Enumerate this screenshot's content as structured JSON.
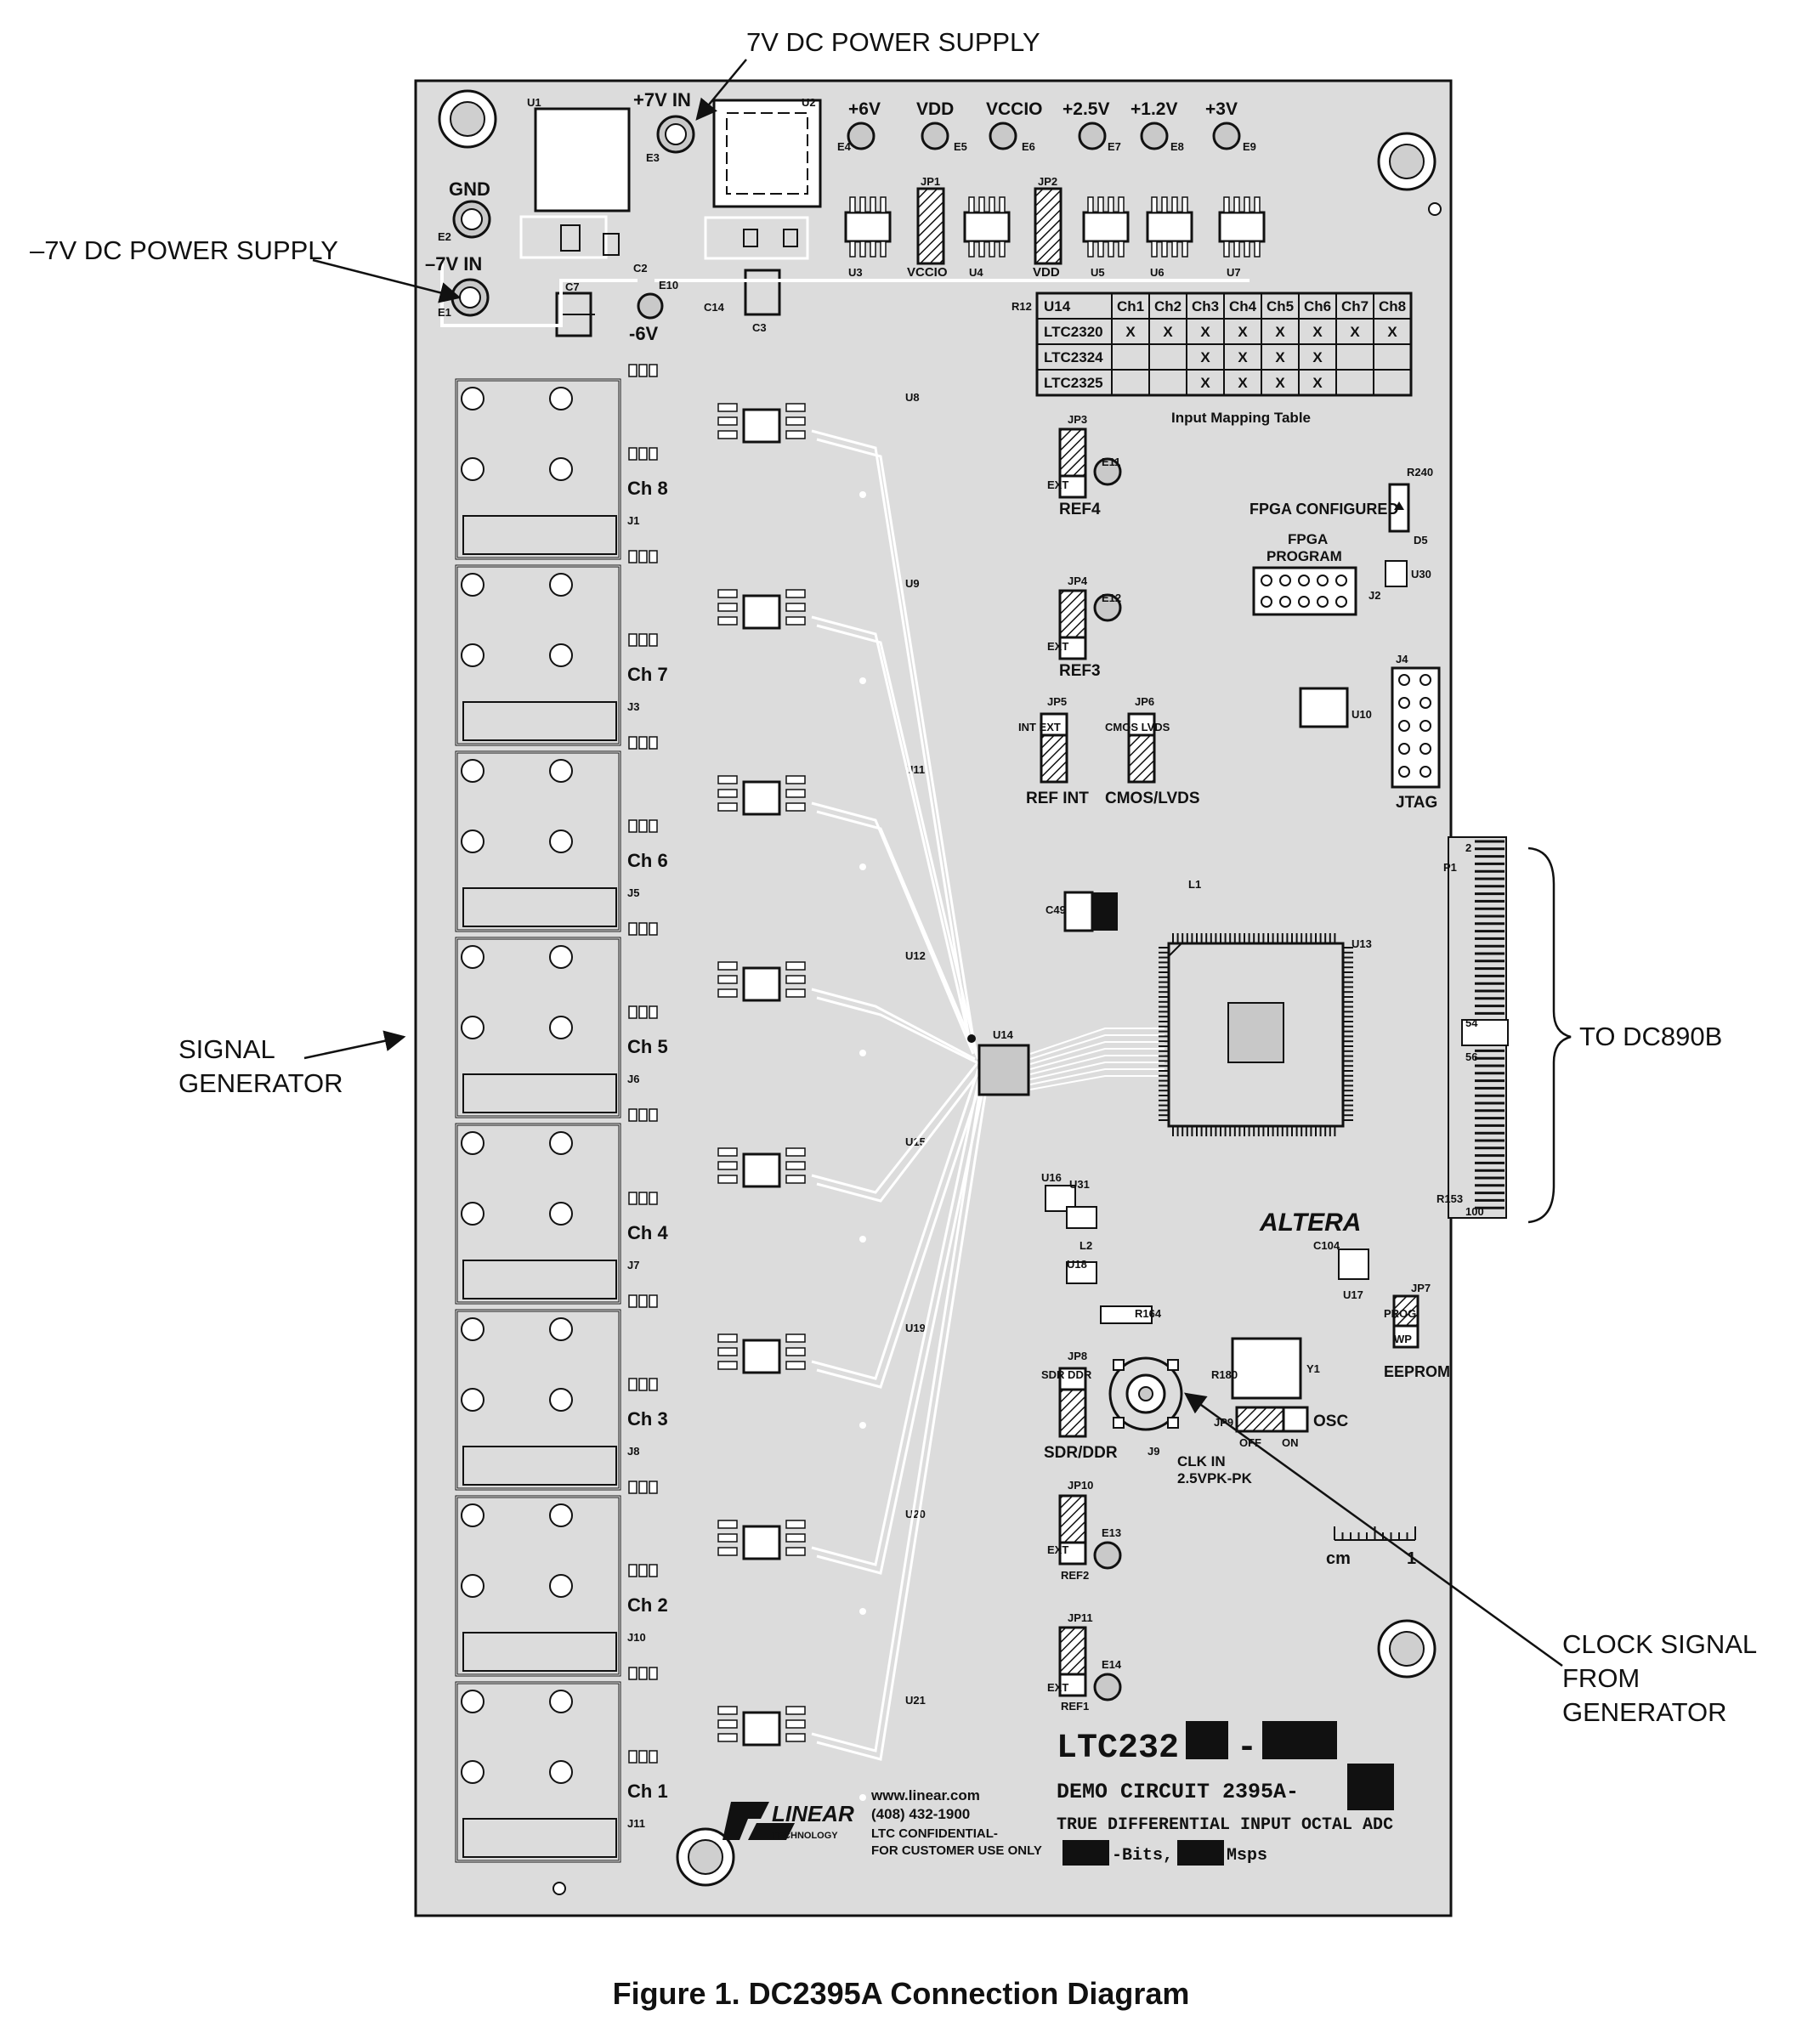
{
  "caption": "Figure 1. DC2395A Connection Diagram",
  "callouts": {
    "plus7v_supply": "7V DC POWER SUPPLY",
    "minus7v_supply": "–7V DC POWER SUPPLY",
    "signal_generator_1": "SIGNAL",
    "signal_generator_2": "GENERATOR",
    "to_dc890b": "TO DC890B",
    "clock_signal_1": "CLOCK SIGNAL",
    "clock_signal_2": "FROM GENERATOR"
  },
  "board": {
    "power_labels": {
      "plus7v_in": "+7V IN",
      "gnd": "GND",
      "minus7v_in": "–7V IN",
      "minus6v": "-6V",
      "plus6v": "+6V",
      "vdd": "VDD",
      "vccio": "VCCIO",
      "plus2p5v": "+2.5V",
      "plus1p2v": "+1.2V",
      "plus3v": "+3V",
      "vccio_bottom": "VCCIO",
      "vdd_bottom": "VDD"
    },
    "refs": {
      "u1": "U1",
      "u2": "U2",
      "u3": "U3",
      "u4": "U4",
      "u5": "U5",
      "u6": "U6",
      "u7": "U7",
      "e1": "E1",
      "e2": "E2",
      "e3": "E3",
      "e4": "E4",
      "e5": "E5",
      "e6": "E6",
      "e7": "E7",
      "e8": "E8",
      "e9": "E9",
      "e10": "E10",
      "jp1": "JP1",
      "jp2": "JP2",
      "c7": "C7",
      "c3": "C3",
      "c2": "C2",
      "c14": "C14",
      "r12": "R12"
    },
    "channels": [
      "Ch 8",
      "Ch 7",
      "Ch 6",
      "Ch 5",
      "Ch 4",
      "Ch 3",
      "Ch 2",
      "Ch 1"
    ],
    "jacks": [
      "J1",
      "J3",
      "J5",
      "J6",
      "J7",
      "J8",
      "J10",
      "J11"
    ],
    "channel_parts": [
      "U8",
      "U9",
      "U11",
      "U12",
      "U15",
      "U19",
      "U20",
      "U21"
    ],
    "mapping_table": {
      "title": "Input Mapping Table",
      "headers": [
        "U14",
        "Ch1",
        "Ch2",
        "Ch3",
        "Ch4",
        "Ch5",
        "Ch6",
        "Ch7",
        "Ch8"
      ],
      "rows": [
        [
          "LTC2320",
          "X",
          "X",
          "X",
          "X",
          "X",
          "X",
          "X",
          "X"
        ],
        [
          "LTC2324",
          "",
          "",
          "X",
          "X",
          "X",
          "X",
          "",
          ""
        ],
        [
          "LTC2325",
          "",
          "",
          "X",
          "X",
          "X",
          "X",
          "",
          ""
        ]
      ]
    },
    "jumpers": {
      "jp3": "JP3",
      "ref4": "REF4",
      "e11": "E11",
      "ext_a": "EXT",
      "jp4": "JP4",
      "ref3": "REF3",
      "e12": "E12",
      "ext_b": "EXT",
      "jp5": "JP5",
      "int_ext": "INT EXT",
      "ref_int": "REF INT",
      "jp6": "JP6",
      "cmos_lvds_small": "CMOS LVDS",
      "cmos_lvds": "CMOS/LVDS",
      "jp8": "JP8",
      "sdr_ddr_small": "SDR DDR",
      "sdr_ddr": "SDR/DDR",
      "jp9": "JP9",
      "osc": "OSC",
      "off": "OFF",
      "on": "ON",
      "jp10": "JP10",
      "ref2": "REF2",
      "e13": "E13",
      "ext_c": "EXT",
      "jp11": "JP11",
      "ref1": "REF1",
      "e14": "E14",
      "ext_d": "EXT",
      "jp7": "JP7",
      "prog": "PROG",
      "wp": "WP",
      "eeprom": "EEPROM"
    },
    "fpga": {
      "configured": "FPGA CONFIGURED",
      "program_1": "FPGA",
      "program_2": "PROGRAM",
      "j2": "J2",
      "u30": "U30",
      "d5": "D5",
      "r240": "R240",
      "jtag": "JTAG",
      "j4": "J4",
      "u10": "U10",
      "u13": "U13",
      "u14": "U14",
      "u16": "U16",
      "u17": "U17",
      "u18": "U18",
      "u31": "U31",
      "altera": "ALTERA",
      "p1": "P1",
      "pin2": "2",
      "pin54": "54",
      "pin56": "56",
      "pin100": "100",
      "c49": "C49",
      "l1": "L1",
      "l2": "L2",
      "r153": "R153",
      "c104": "C104"
    },
    "clock": {
      "j9": "J9",
      "clk_in_1": "CLK IN",
      "clk_in_2": "2.5VPK-PK",
      "y1": "Y1",
      "r164": "R164",
      "r180": "R180"
    },
    "scale": {
      "cm": "cm",
      "one": "1"
    },
    "branding": {
      "brand_1": "LINEAR",
      "brand_2": "TECHNOLOGY",
      "web": "www.linear.com",
      "phone": "(408) 432-1900",
      "conf_1": "LTC CONFIDENTIAL-",
      "conf_2": "FOR CUSTOMER USE ONLY",
      "part": "LTC232",
      "dash": "-",
      "demo": "DEMO CIRCUIT 2395A-",
      "desc": "TRUE DIFFERENTIAL INPUT OCTAL ADC",
      "bits": "-Bits,",
      "msps": "Msps"
    }
  }
}
